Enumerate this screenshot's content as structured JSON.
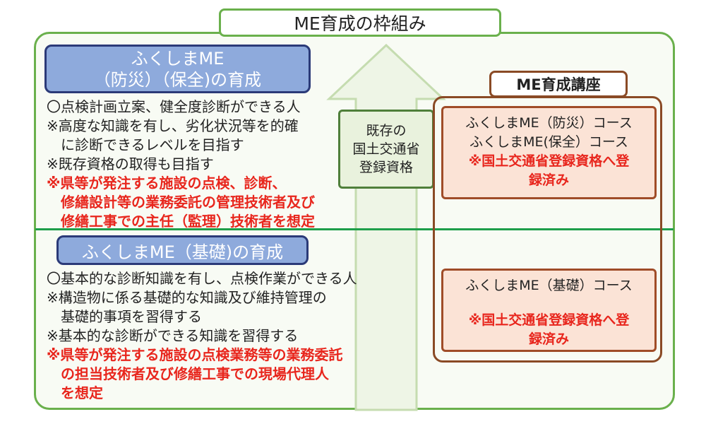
{
  "title": "ME育成の枠組み",
  "existing_qualification": [
    "既存の",
    "国土交通省",
    "登録資格"
  ],
  "upper": {
    "header_lines": [
      "ふくしまME",
      "（防災）（保全)の育成"
    ],
    "lines": [
      "〇点検計画立案、健全度診断ができる人",
      "※高度な知識を有し、劣化状況等を的確",
      "　に診断できるレベルを目指す",
      "※既存資格の取得も目指す"
    ],
    "red_lines": [
      "※県等が発注する施設の点検、診断、",
      "　修繕設計等の業務委託の管理技術者及び",
      "　修繕工事での主任（監理）技術者を想定"
    ]
  },
  "lower": {
    "header": "ふくしまME（基礎)の育成",
    "lines": [
      "〇基本的な診断知識を有し、点検作業ができる人",
      "※構造物に係る基礎的な知識及び維持管理の",
      "　基礎的事項を習得する",
      "※基本的な診断ができる知識を習得する"
    ],
    "red_lines": [
      "※県等が発注する施設の点検業務等の業務委託",
      "　の担当技術者及び修繕工事での現場代理人",
      "　を想定"
    ]
  },
  "courses_panel": {
    "title": "ME育成講座",
    "course1": {
      "lines": [
        "ふくしまME（防災）コース",
        "ふくしまME(保全）コース"
      ],
      "red_lines": [
        "※国土交通省登録資格へ登",
        "録済み"
      ]
    },
    "course2": {
      "lines": [
        "ふくしまME（基礎）コース"
      ],
      "red_lines": [
        "※国土交通省登録資格へ登",
        "録済み"
      ]
    }
  },
  "colors": {
    "outer_border": "#6ab04c",
    "divider": "#1e9e4a",
    "header_fill": "#8eaadc",
    "header_border": "#2b3a78",
    "course_fill": "#fbe3d6",
    "course_border": "#a04c28",
    "emphasis_text": "#e8261d"
  }
}
